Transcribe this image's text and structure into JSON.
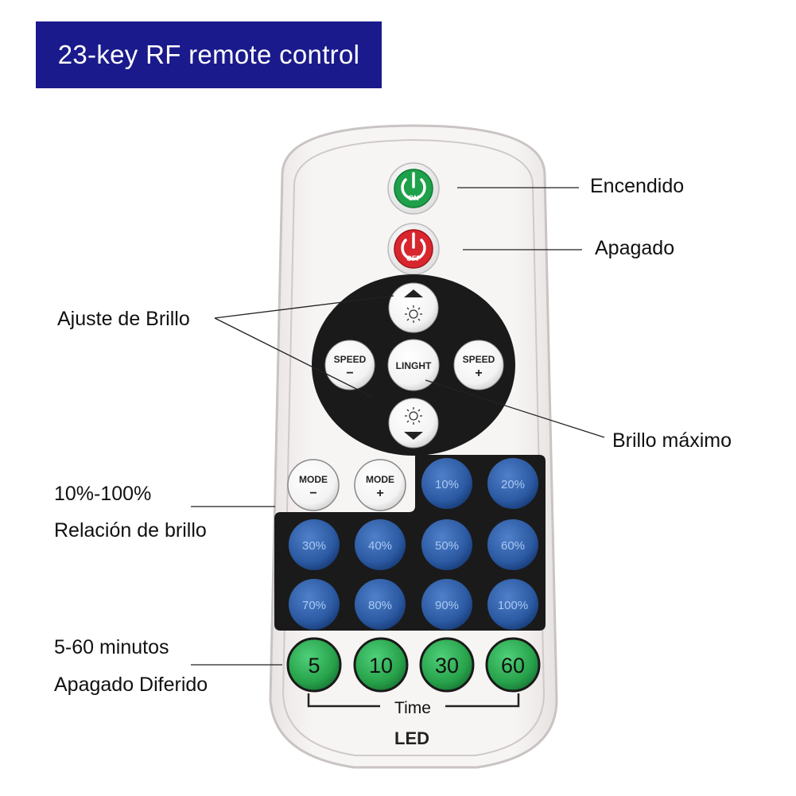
{
  "title": "23-key RF remote control",
  "labels": {
    "encendido": "Encendido",
    "apagado": "Apagado",
    "ajuste_brillo": "Ajuste de Brillo",
    "brillo_maximo": "Brillo máximo",
    "ratio_range": "10%-100%",
    "ratio_text": "Relación de brillo",
    "timer_range": "5-60 minutos",
    "timer_text": "Apagado Diferido"
  },
  "remote": {
    "on_label": "ON",
    "off_label": "OFF",
    "speed_minus": [
      "SPEED",
      "−"
    ],
    "speed_plus": [
      "SPEED",
      "+"
    ],
    "center_label": "LINGHT",
    "mode_minus": [
      "MODE",
      "−"
    ],
    "mode_plus": [
      "MODE",
      "+"
    ],
    "brightness_keys": [
      "10%",
      "20%",
      "30%",
      "40%",
      "50%",
      "60%",
      "70%",
      "80%",
      "90%",
      "100%"
    ],
    "timer_keys": [
      "5",
      "10",
      "30",
      "60"
    ],
    "time_label": "Time",
    "brand": "LED"
  },
  "colors": {
    "banner": "#1a1a8c",
    "on_button": "#1fa04a",
    "off_button": "#d8262e",
    "brightness_button": "#2f5fa8",
    "timer_button": "#2ea84c",
    "panel": "#1a1a1a",
    "body": "#f4f1f0"
  }
}
